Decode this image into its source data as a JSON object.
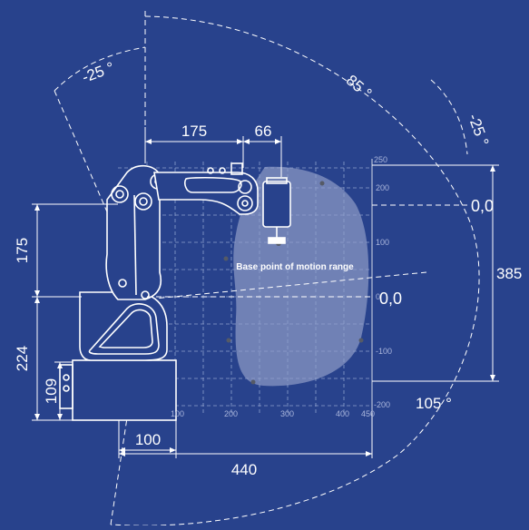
{
  "colors": {
    "background": "#28428c",
    "line": "#ffffff",
    "grid": "#8ea0cc",
    "range_fill": "#c7cfe6",
    "marker": "#555a66"
  },
  "angles": {
    "a1": "-25 °",
    "a2": "85 °",
    "a3": "-25 °",
    "a4": "105 °"
  },
  "dimensions": {
    "d175_top": "175",
    "d66": "66",
    "d175_left": "175",
    "d224": "224",
    "d109": "109",
    "d100": "100",
    "d440": "440",
    "d385": "385"
  },
  "origins": {
    "upper": "0,0",
    "middle": "0,0"
  },
  "label_base_point": "Base point of motion range",
  "grid_ticks": {
    "x": [
      "100",
      "200",
      "300",
      "400",
      "450"
    ],
    "y": [
      "250",
      "200",
      "100",
      "0",
      "-100",
      "-200"
    ]
  }
}
